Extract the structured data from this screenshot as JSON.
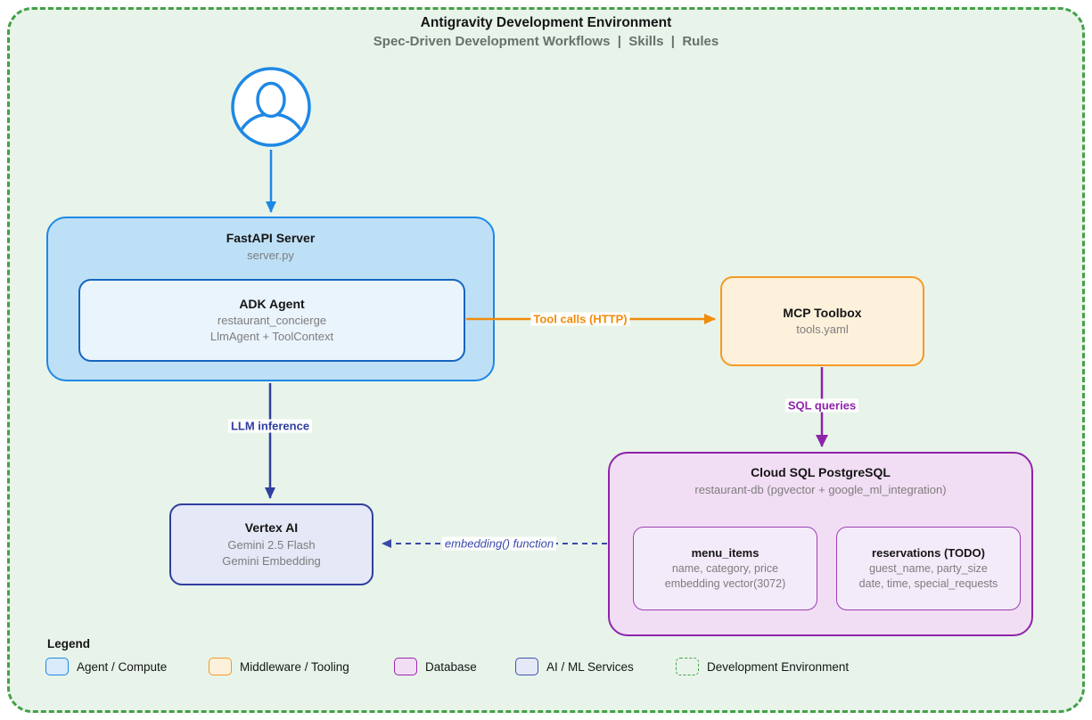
{
  "header": {
    "title": "Antigravity Development Environment",
    "subtitle": "Spec-Driven Development Workflows  |  Skills  |  Rules"
  },
  "nodes": {
    "fastapi": {
      "title": "FastAPI Server",
      "subtitle": "server.py"
    },
    "adk_agent": {
      "title": "ADK Agent",
      "line1": "restaurant_concierge",
      "line2": "LlmAgent + ToolContext"
    },
    "mcp_toolbox": {
      "title": "MCP Toolbox",
      "subtitle": "tools.yaml"
    },
    "cloud_sql": {
      "title": "Cloud SQL PostgreSQL",
      "subtitle": "restaurant-db (pgvector + google_ml_integration)"
    },
    "menu_items": {
      "title": "menu_items",
      "line1": "name, category, price",
      "line2": "embedding vector(3072)"
    },
    "reservations": {
      "title": "reservations (TODO)",
      "line1": "guest_name, party_size",
      "line2": "date, time, special_requests"
    },
    "vertex_ai": {
      "title": "Vertex AI",
      "line1": "Gemini 2.5 Flash",
      "line2": "Gemini Embedding"
    }
  },
  "edges": {
    "tool_calls": "Tool calls (HTTP)",
    "sql_queries": "SQL queries",
    "llm_inference": "LLM inference",
    "embedding_function": "embedding() function"
  },
  "legend": {
    "title": "Legend",
    "items": [
      {
        "label": "Agent / Compute",
        "fill": "#D9EAFB",
        "border": "#1E88E5",
        "style": "solid"
      },
      {
        "label": "Middleware / Tooling",
        "fill": "#FDF1DC",
        "border": "#F59A23",
        "style": "solid"
      },
      {
        "label": "Database",
        "fill": "#F2DEF4",
        "border": "#9C27B0",
        "style": "solid"
      },
      {
        "label": "AI / ML Services",
        "fill": "#E5E8F6",
        "border": "#3F51B5",
        "style": "solid"
      },
      {
        "label": "Development Environment",
        "fill": "transparent",
        "border": "#43A047",
        "style": "dashed"
      }
    ]
  },
  "colors": {
    "environment_fill": "#E8F4EA",
    "environment_border": "#43A047",
    "agent_fill": "#BEE0F7",
    "agent_border": "#1E88E5",
    "agent_inner_fill": "#EAF4FD",
    "agent_inner_border": "#1565C0",
    "middleware_fill": "#FDF1DC",
    "middleware_border": "#F59A23",
    "database_fill": "#F2DEF4",
    "database_border": "#8E24AA",
    "database_inner_fill": "#F4EBFA",
    "aiml_fill": "#E5E8F6",
    "aiml_border": "#2F3F9E",
    "arrow_blue": "#1E88E5",
    "arrow_orange": "#EF8C0B",
    "arrow_purple": "#8E24AA",
    "arrow_indigo": "#2F3F9E",
    "arrow_dashed_indigo": "#3949AB",
    "subtitle_gray": "#7D7D7D"
  }
}
